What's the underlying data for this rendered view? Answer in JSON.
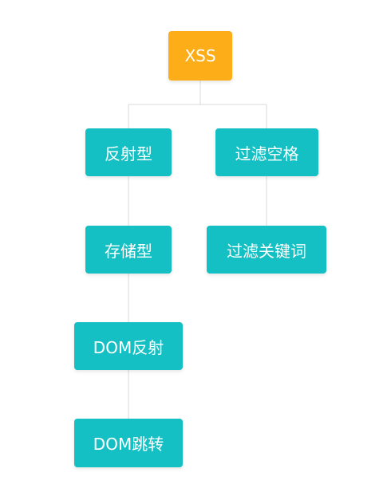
{
  "colors": {
    "root": "#fdad17",
    "child": "#14c0c3",
    "connector": "#d9d9d9",
    "text": "#ffffff"
  },
  "root": {
    "label": "XSS"
  },
  "branches": [
    {
      "items": [
        {
          "label": "反射型"
        },
        {
          "label": "存储型"
        },
        {
          "label": "DOM反射"
        },
        {
          "label": "DOM跳转"
        }
      ]
    },
    {
      "items": [
        {
          "label": "过滤空格"
        },
        {
          "label": "过滤关键词"
        }
      ]
    }
  ]
}
